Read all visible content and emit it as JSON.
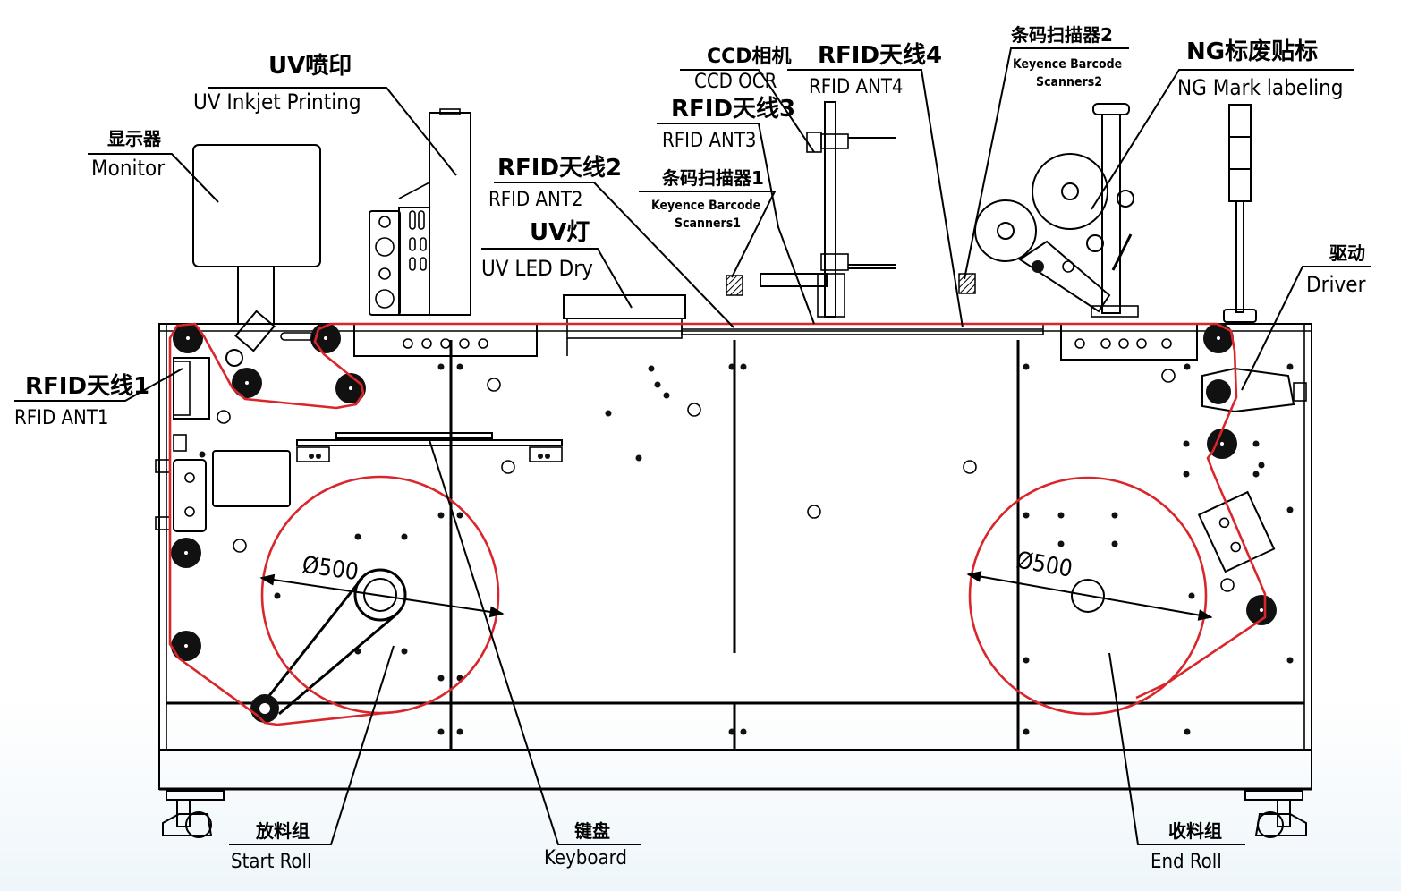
{
  "diagram": {
    "title": "RFID label inspection machine layout",
    "web_path_color": "#d9262b",
    "line_color": "#000000",
    "background_bottom": "#eef6fb",
    "labels": {
      "uv_print": {
        "zh": "UV喷印",
        "en": "UV Inkjet Printing"
      },
      "monitor": {
        "zh": "显示器",
        "en": "Monitor"
      },
      "rfid1": {
        "zh": "RFID天线1",
        "en": "RFID ANT1"
      },
      "rfid2": {
        "zh": "RFID天线2",
        "en": "RFID ANT2"
      },
      "uv_lamp": {
        "zh": "UV灯",
        "en": "UV LED Dry"
      },
      "barcode1": {
        "zh": "条码扫描器1",
        "en_line1": "Keyence Barcode",
        "en_line2": "Scanners1"
      },
      "rfid3": {
        "zh": "RFID天线3",
        "en": "RFID ANT3"
      },
      "ccd": {
        "zh": "CCD相机",
        "en": "CCD OCR"
      },
      "rfid4": {
        "zh": "RFID天线4",
        "en": "RFID ANT4"
      },
      "barcode2": {
        "zh": "条码扫描器2",
        "en_line1": "Keyence Barcode",
        "en_line2": "Scanners2"
      },
      "ng_label": {
        "zh": "NG标废贴标",
        "en": "NG Mark labeling"
      },
      "driver": {
        "zh": "驱动",
        "en": "Driver"
      },
      "start_roll": {
        "zh": "放料组",
        "en": "Start Roll"
      },
      "keyboard": {
        "zh": "键盘",
        "en": "Keyboard"
      },
      "end_roll": {
        "zh": "收料组",
        "en": "End Roll"
      }
    },
    "dimensions": {
      "start_roll_diameter": "Ø500",
      "end_roll_diameter": "Ø500"
    }
  }
}
